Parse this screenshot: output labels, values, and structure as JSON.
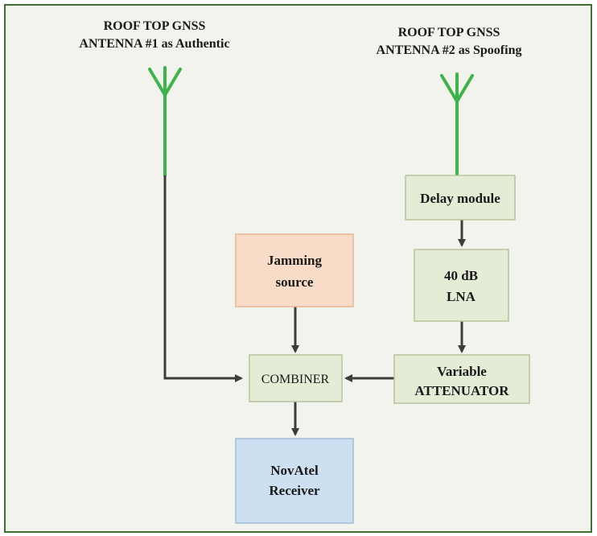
{
  "diagram": {
    "antenna1": {
      "line1": "ROOF TOP GNSS",
      "line2": "ANTENNA #1 as Authentic"
    },
    "antenna2": {
      "line1": "ROOF TOP GNSS",
      "line2": "ANTENNA #2 as Spoofing"
    },
    "nodes": {
      "delay_module": {
        "lines": [
          "Delay module"
        ]
      },
      "lna": {
        "lines": [
          "40 dB",
          "LNA"
        ]
      },
      "attenuator": {
        "lines": [
          "Variable",
          "ATTENUATOR"
        ]
      },
      "jamming": {
        "lines": [
          "Jamming",
          "source"
        ]
      },
      "combiner": {
        "lines": [
          "COMBINER"
        ]
      },
      "receiver": {
        "lines": [
          "NovAtel",
          "Receiver"
        ]
      }
    },
    "colors": {
      "frame_border": "#3f6f33",
      "antenna_green": "#3db34a",
      "arrow_gray": "#3c3c3c",
      "box_green_fill": "#e4ecd6",
      "box_green_border": "#b6c59a",
      "box_orange_fill": "#f9dcc7",
      "box_orange_border": "#e6b692",
      "box_blue_fill": "#cde0f1",
      "box_blue_border": "#9fbcd7"
    }
  }
}
